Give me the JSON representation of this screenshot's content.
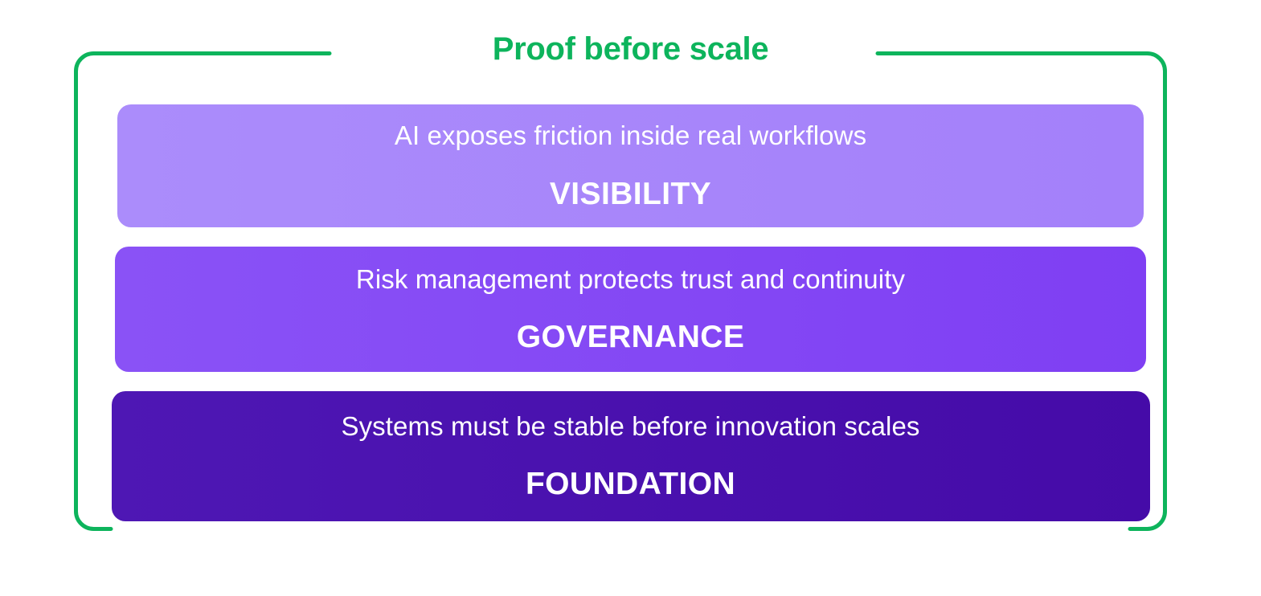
{
  "slide": {
    "title": "Proof before scale",
    "background_color": "#ffffff",
    "accent_color": "#0DB45C"
  },
  "frame": {
    "stroke_color": "#0DB45C",
    "stroke_width": 5,
    "corner_radius": 22
  },
  "layers": [
    {
      "label": "VISIBILITY",
      "description": "AI exposes friction inside real workflows",
      "color_start": "#AB8CFB",
      "color_end": "#A480FA",
      "text_color": "#ffffff",
      "level": 1
    },
    {
      "label": "GOVERNANCE",
      "description": "Risk management protects trust and continuity",
      "color_start": "#8A52F6",
      "color_end": "#7F3FF3",
      "text_color": "#ffffff",
      "level": 2
    },
    {
      "label": "FOUNDATION",
      "description": "Systems must be stable before innovation scales",
      "color_start": "#4E17B4",
      "color_end": "#450BA8",
      "text_color": "#ffffff",
      "level": 3
    }
  ]
}
